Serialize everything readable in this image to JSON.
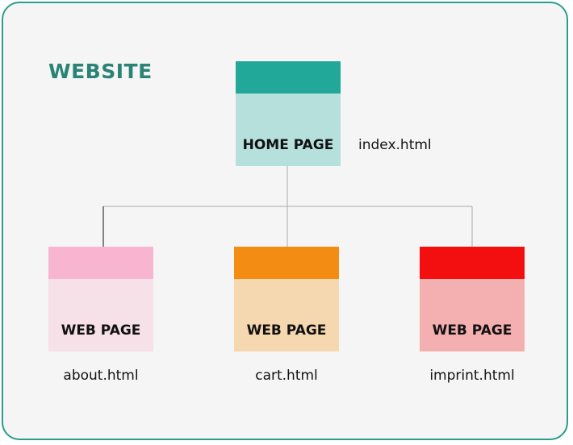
{
  "title": "WEBSITE",
  "home": {
    "label": "HOME PAGE",
    "file": "index.html",
    "bar_color": "#22a899",
    "body_color": "#b6e0dc"
  },
  "pages": [
    {
      "label": "WEB PAGE",
      "file": "about.html",
      "bar_color": "#f7b5cf",
      "body_color": "#f7e1e8"
    },
    {
      "label": "WEB PAGE",
      "file": "cart.html",
      "bar_color": "#f28c12",
      "body_color": "#f5d7b0"
    },
    {
      "label": "WEB PAGE",
      "file": "imprint.html",
      "bar_color": "#f30f10",
      "body_color": "#f4b0b0"
    }
  ]
}
